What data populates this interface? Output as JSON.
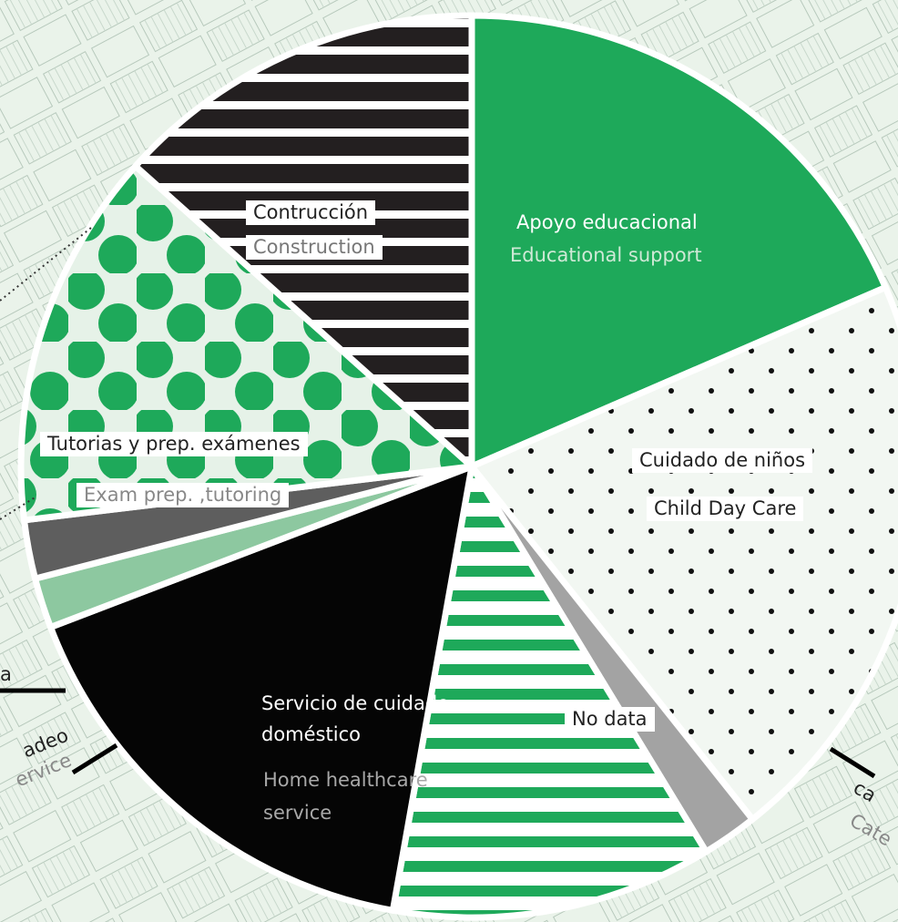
{
  "colors": {
    "green": "#1ea95a",
    "light_green": "#8dc8a0",
    "dark_gray": "#5e5e5e",
    "mid_gray": "#a3a3a3",
    "black": "#050505",
    "stripe_black": "#231f20",
    "map_background": "#eaf3ea",
    "pale_green": "#cfe7d6"
  },
  "chart_data": {
    "type": "pie",
    "title": "",
    "start_angle_deg": 0,
    "direction": "clockwise",
    "slices": [
      {
        "id": "educational-support",
        "label_es": "Apoyo educacional",
        "label_en": "Educational support",
        "value": 18.5,
        "fill": "solid-green"
      },
      {
        "id": "child-day-care",
        "label_es": "Cuidado de niños",
        "label_en": "Child Day Care",
        "value": 20.8,
        "fill": "black-dots"
      },
      {
        "id": "category-gray",
        "label_es": "ca",
        "label_en": "Cate",
        "value": 2.0,
        "fill": "solid-mid-gray"
      },
      {
        "id": "no-data",
        "label_es": "No data",
        "label_en": "",
        "value": 11.5,
        "fill": "green-stripes"
      },
      {
        "id": "home-healthcare",
        "label_es": "Servicio de cuidado doméstico",
        "label_en": "Home healthcare service",
        "value": 16.4,
        "fill": "solid-black"
      },
      {
        "id": "cleaning-service",
        "label_es": "adeo",
        "label_en": "ervice",
        "value": 1.8,
        "fill": "solid-light-green"
      },
      {
        "id": "other-dark",
        "label_es": "a",
        "label_en": "",
        "value": 2.1,
        "fill": "solid-dark-gray"
      },
      {
        "id": "tutoring",
        "label_es": "Tutorias y prep. exámenes",
        "label_en": "Exam prep. ,tutoring",
        "value": 13.5,
        "fill": "green-dots"
      },
      {
        "id": "construction",
        "label_es": "Contrucción",
        "label_en": "Construction",
        "value": 13.4,
        "fill": "black-stripes"
      }
    ]
  },
  "labels": {
    "construction_es": "Contrucción",
    "construction_en": "Construction",
    "educational_es": "Apoyo educacional",
    "educational_en": "Educational support",
    "child_es": "Cuidado de niños",
    "child_en": "Child Day Care",
    "tutoring_es": "Tutorias y prep. exámenes",
    "tutoring_en": "Exam prep. ,tutoring",
    "home_es_1": "Servicio de cuidado",
    "home_es_2": "doméstico",
    "home_en_1": "Home healthcare",
    "home_en_2": "service",
    "no_data": "No data",
    "left_edge_es": "a",
    "cleaning_es": "adeo",
    "cleaning_en": "ervice",
    "right_edge_es": "ca",
    "right_edge_en": "Cate"
  }
}
